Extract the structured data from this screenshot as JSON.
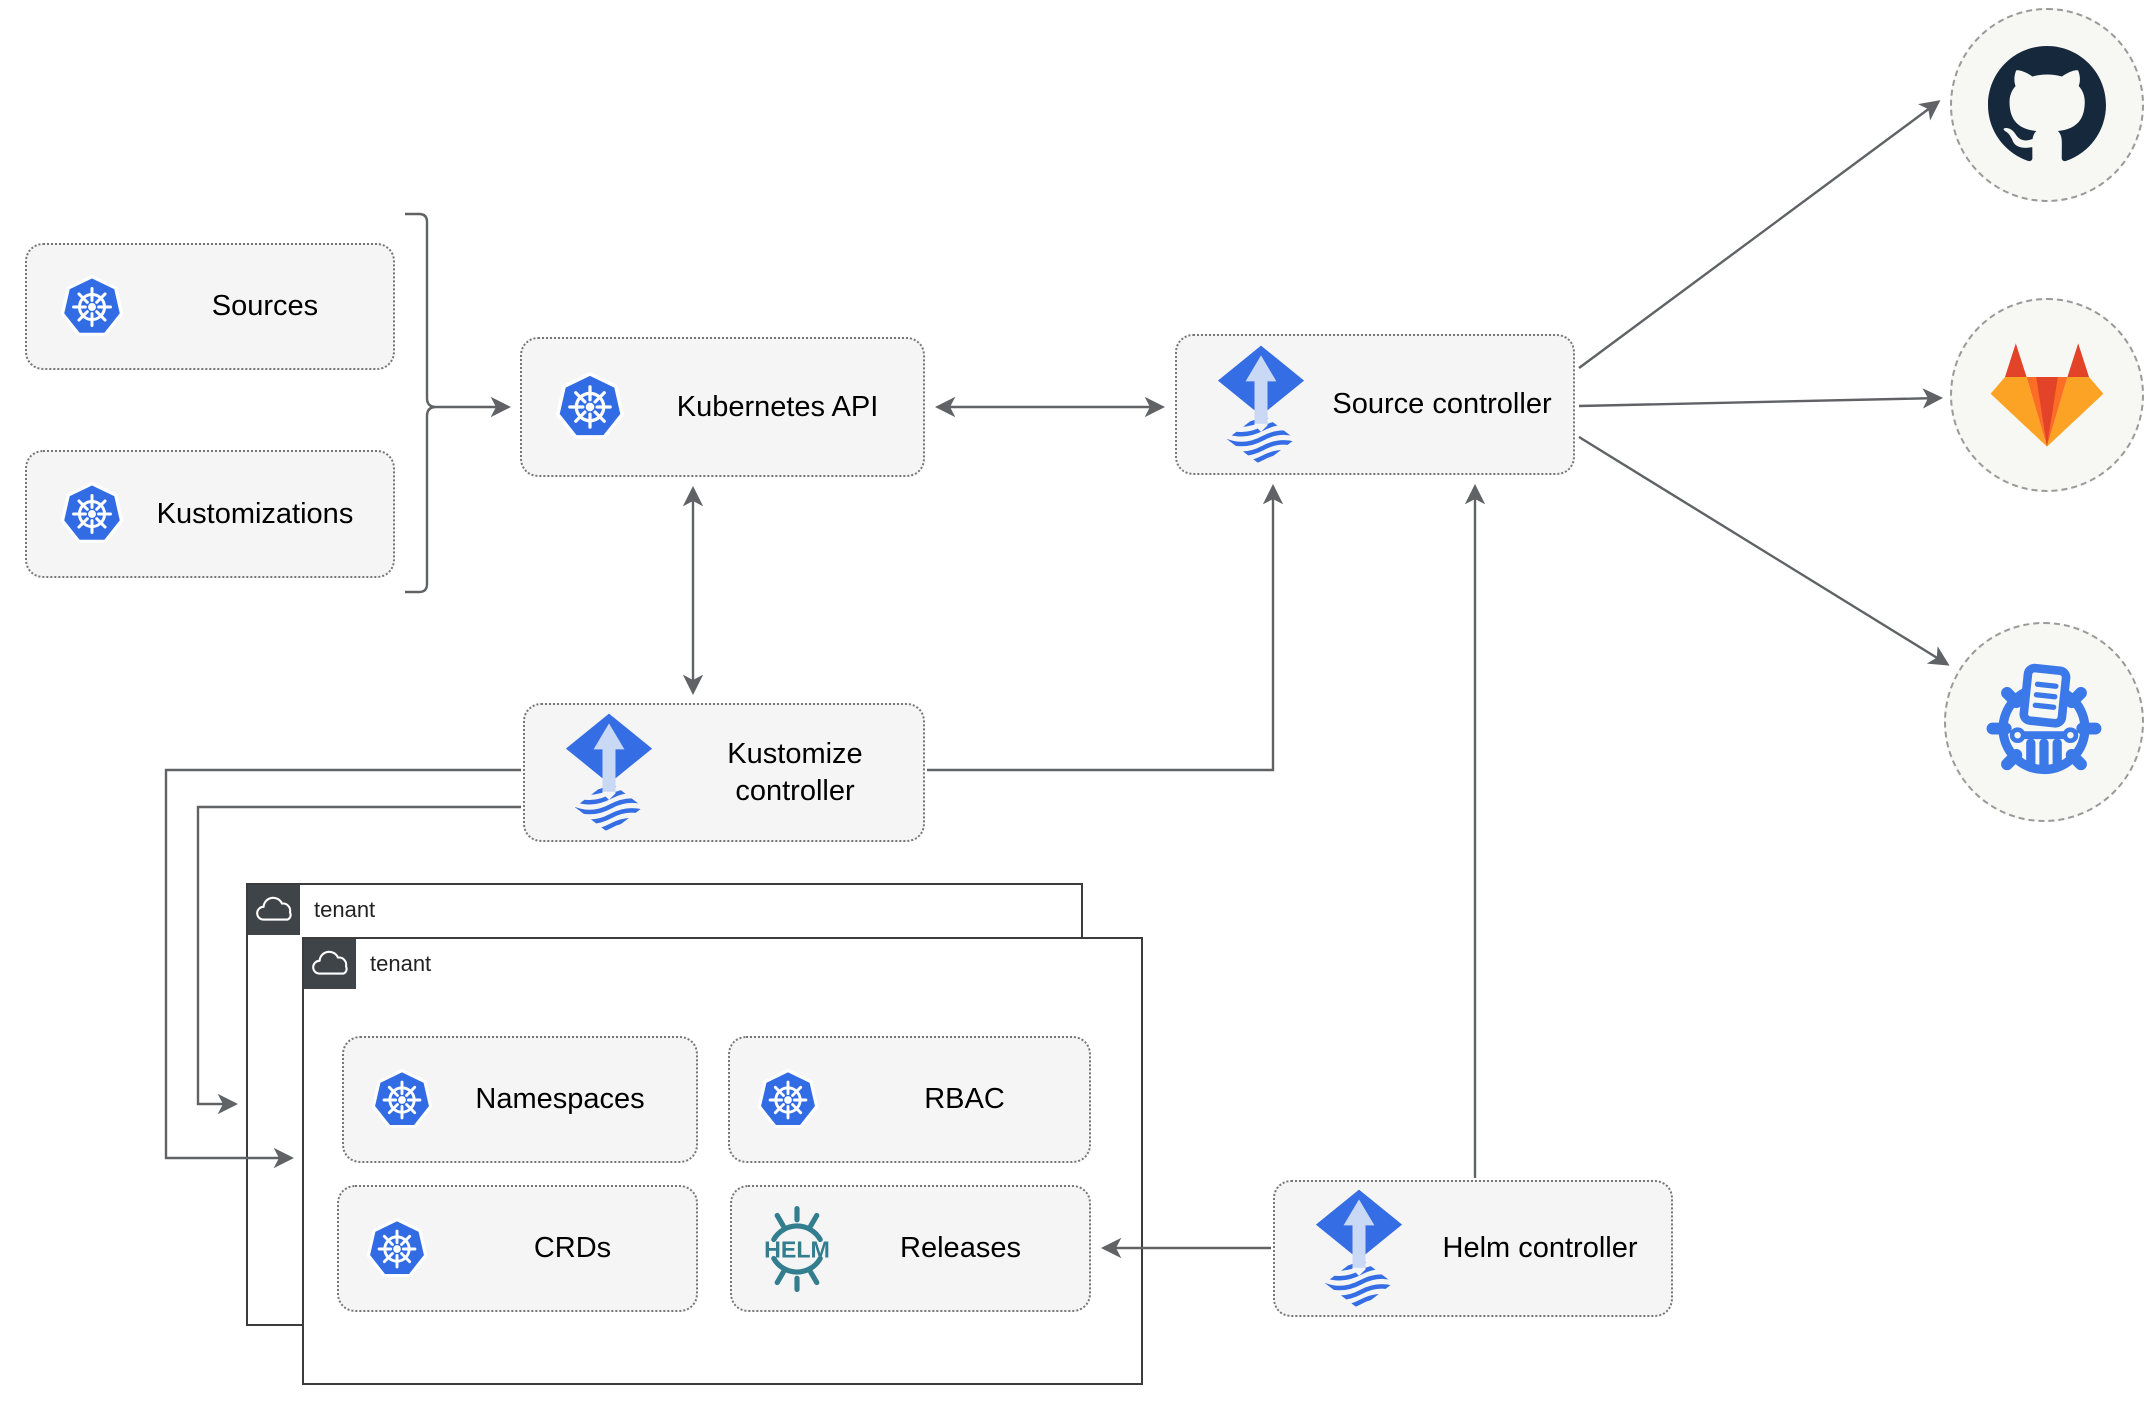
{
  "nodes": {
    "sources": {
      "label": "Sources"
    },
    "kustomizations": {
      "label": "Kustomizations"
    },
    "kubernetes_api": {
      "label": "Kubernetes API"
    },
    "source_controller": {
      "label": "Source controller"
    },
    "kustomize_controller": {
      "label": "Kustomize controller"
    },
    "helm_controller": {
      "label": "Helm controller"
    },
    "namespaces": {
      "label": "Namespaces"
    },
    "rbac": {
      "label": "RBAC"
    },
    "crds": {
      "label": "CRDs"
    },
    "releases": {
      "label": "Releases"
    }
  },
  "tenants": {
    "outer": {
      "label": "tenant"
    },
    "inner": {
      "label": "tenant"
    }
  },
  "helm_logo_text": "HELM",
  "icons": {
    "kubernetes": "kubernetes-icon",
    "flux": "flux-icon",
    "helm": "helm-icon",
    "cloud": "cloud-icon",
    "github": "github-icon",
    "gitlab": "gitlab-icon",
    "chartmuseum": "chartmuseum-icon"
  },
  "colors": {
    "kubernetes_blue": "#326CE5",
    "flux_blue": "#356de4",
    "flux_arrow_light": "#c9d8f5",
    "helm_teal": "#327d8e",
    "github_dark": "#16283c",
    "gitlab_red": "#e24329",
    "gitlab_orange": "#fc6d26",
    "gitlab_yellow": "#fca326",
    "chartmuseum_blue": "#3b78e8",
    "line_gray": "#606266",
    "node_bg": "#f5f5f5",
    "tenant_badge_bg": "#3f4449"
  }
}
